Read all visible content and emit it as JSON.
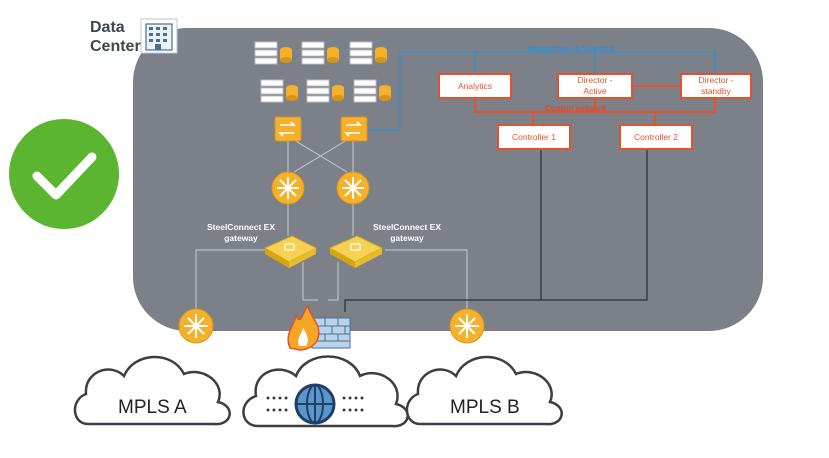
{
  "header": {
    "title_line1": "Data",
    "title_line2": "Center"
  },
  "boxes": {
    "analytics": "Analytics",
    "director_active": "Director -\nActive",
    "director_standby": "Director -\nstandby",
    "controller1": "Controller 1",
    "controller2": "Controller 2"
  },
  "labels": {
    "control_network": "Control network",
    "management_network": "Management & Search N",
    "gateway_left": "SteelConnect EX\ngateway",
    "gateway_right": "SteelConnect EX\ngateway"
  },
  "clouds": {
    "left": "MPLS A",
    "right": "MPLS B"
  },
  "colors": {
    "panel": "#7b8089",
    "accent": "#e2522b",
    "check": "#5cb531",
    "router": "#f5b12c",
    "mgmt": "#2f8fd6"
  },
  "icons": [
    "building-icon",
    "server-icon",
    "switch-icon",
    "router-icon",
    "gateway-icon",
    "firewall-icon",
    "globe-icon",
    "checkmark-icon"
  ]
}
